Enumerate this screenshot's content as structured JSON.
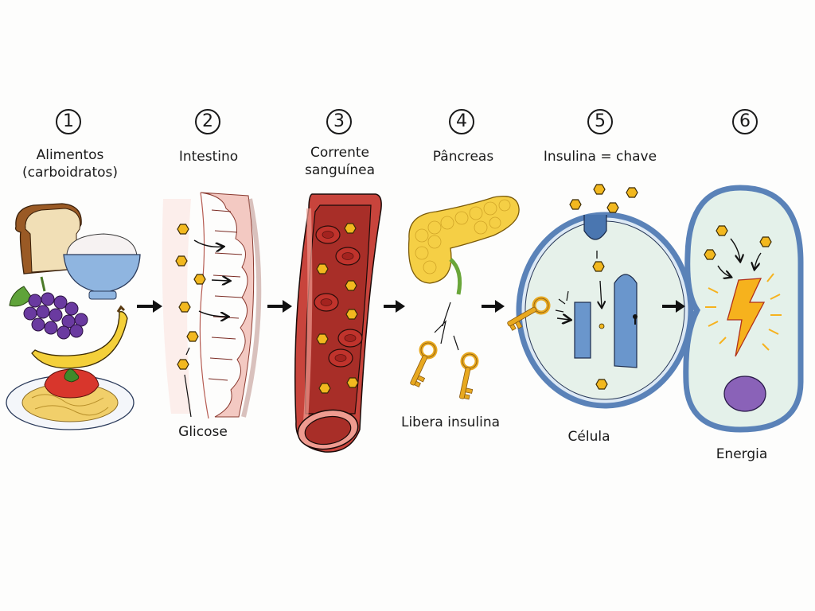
{
  "diagram": {
    "type": "process-flow",
    "language": "pt",
    "steps": [
      {
        "number": "1",
        "title": "Alimentos",
        "subtitle": "(carboidratos)",
        "illustration": "bread, rice bowl, grapes, banana, spaghetti"
      },
      {
        "number": "2",
        "title": "Intestino",
        "subtitle": "",
        "illustration": "intestinal wall absorbing glucose",
        "callout": "Glicose"
      },
      {
        "number": "3",
        "title": "Corrente",
        "subtitle": "sanguínea",
        "illustration": "blood vessel with red cells and glucose"
      },
      {
        "number": "4",
        "title": "Pâncreas",
        "subtitle": "",
        "illustration": "pancreas releasing keys",
        "callout": "Libera insulina"
      },
      {
        "number": "5",
        "title": "Insulina = chave",
        "subtitle": "",
        "illustration": "key opening cell door",
        "callout": "Célula"
      },
      {
        "number": "6",
        "title": "",
        "subtitle": "",
        "illustration": "cell producing energy",
        "callout": "Energia"
      }
    ],
    "connector": "arrow-right"
  },
  "colors": {
    "glucose": "#f2b81f",
    "glucose_outline": "#3a2a05",
    "blood": "#c8443c",
    "blood_light": "#ef9b90",
    "cell_membrane": "#7ea6d6",
    "cell_fill": "#e3f0ea",
    "key": "#e8a920",
    "pancreas": "#f5cf45",
    "nucleus": "#8a62b8",
    "bolt": "#f6b21d",
    "arrow": "#111111"
  }
}
